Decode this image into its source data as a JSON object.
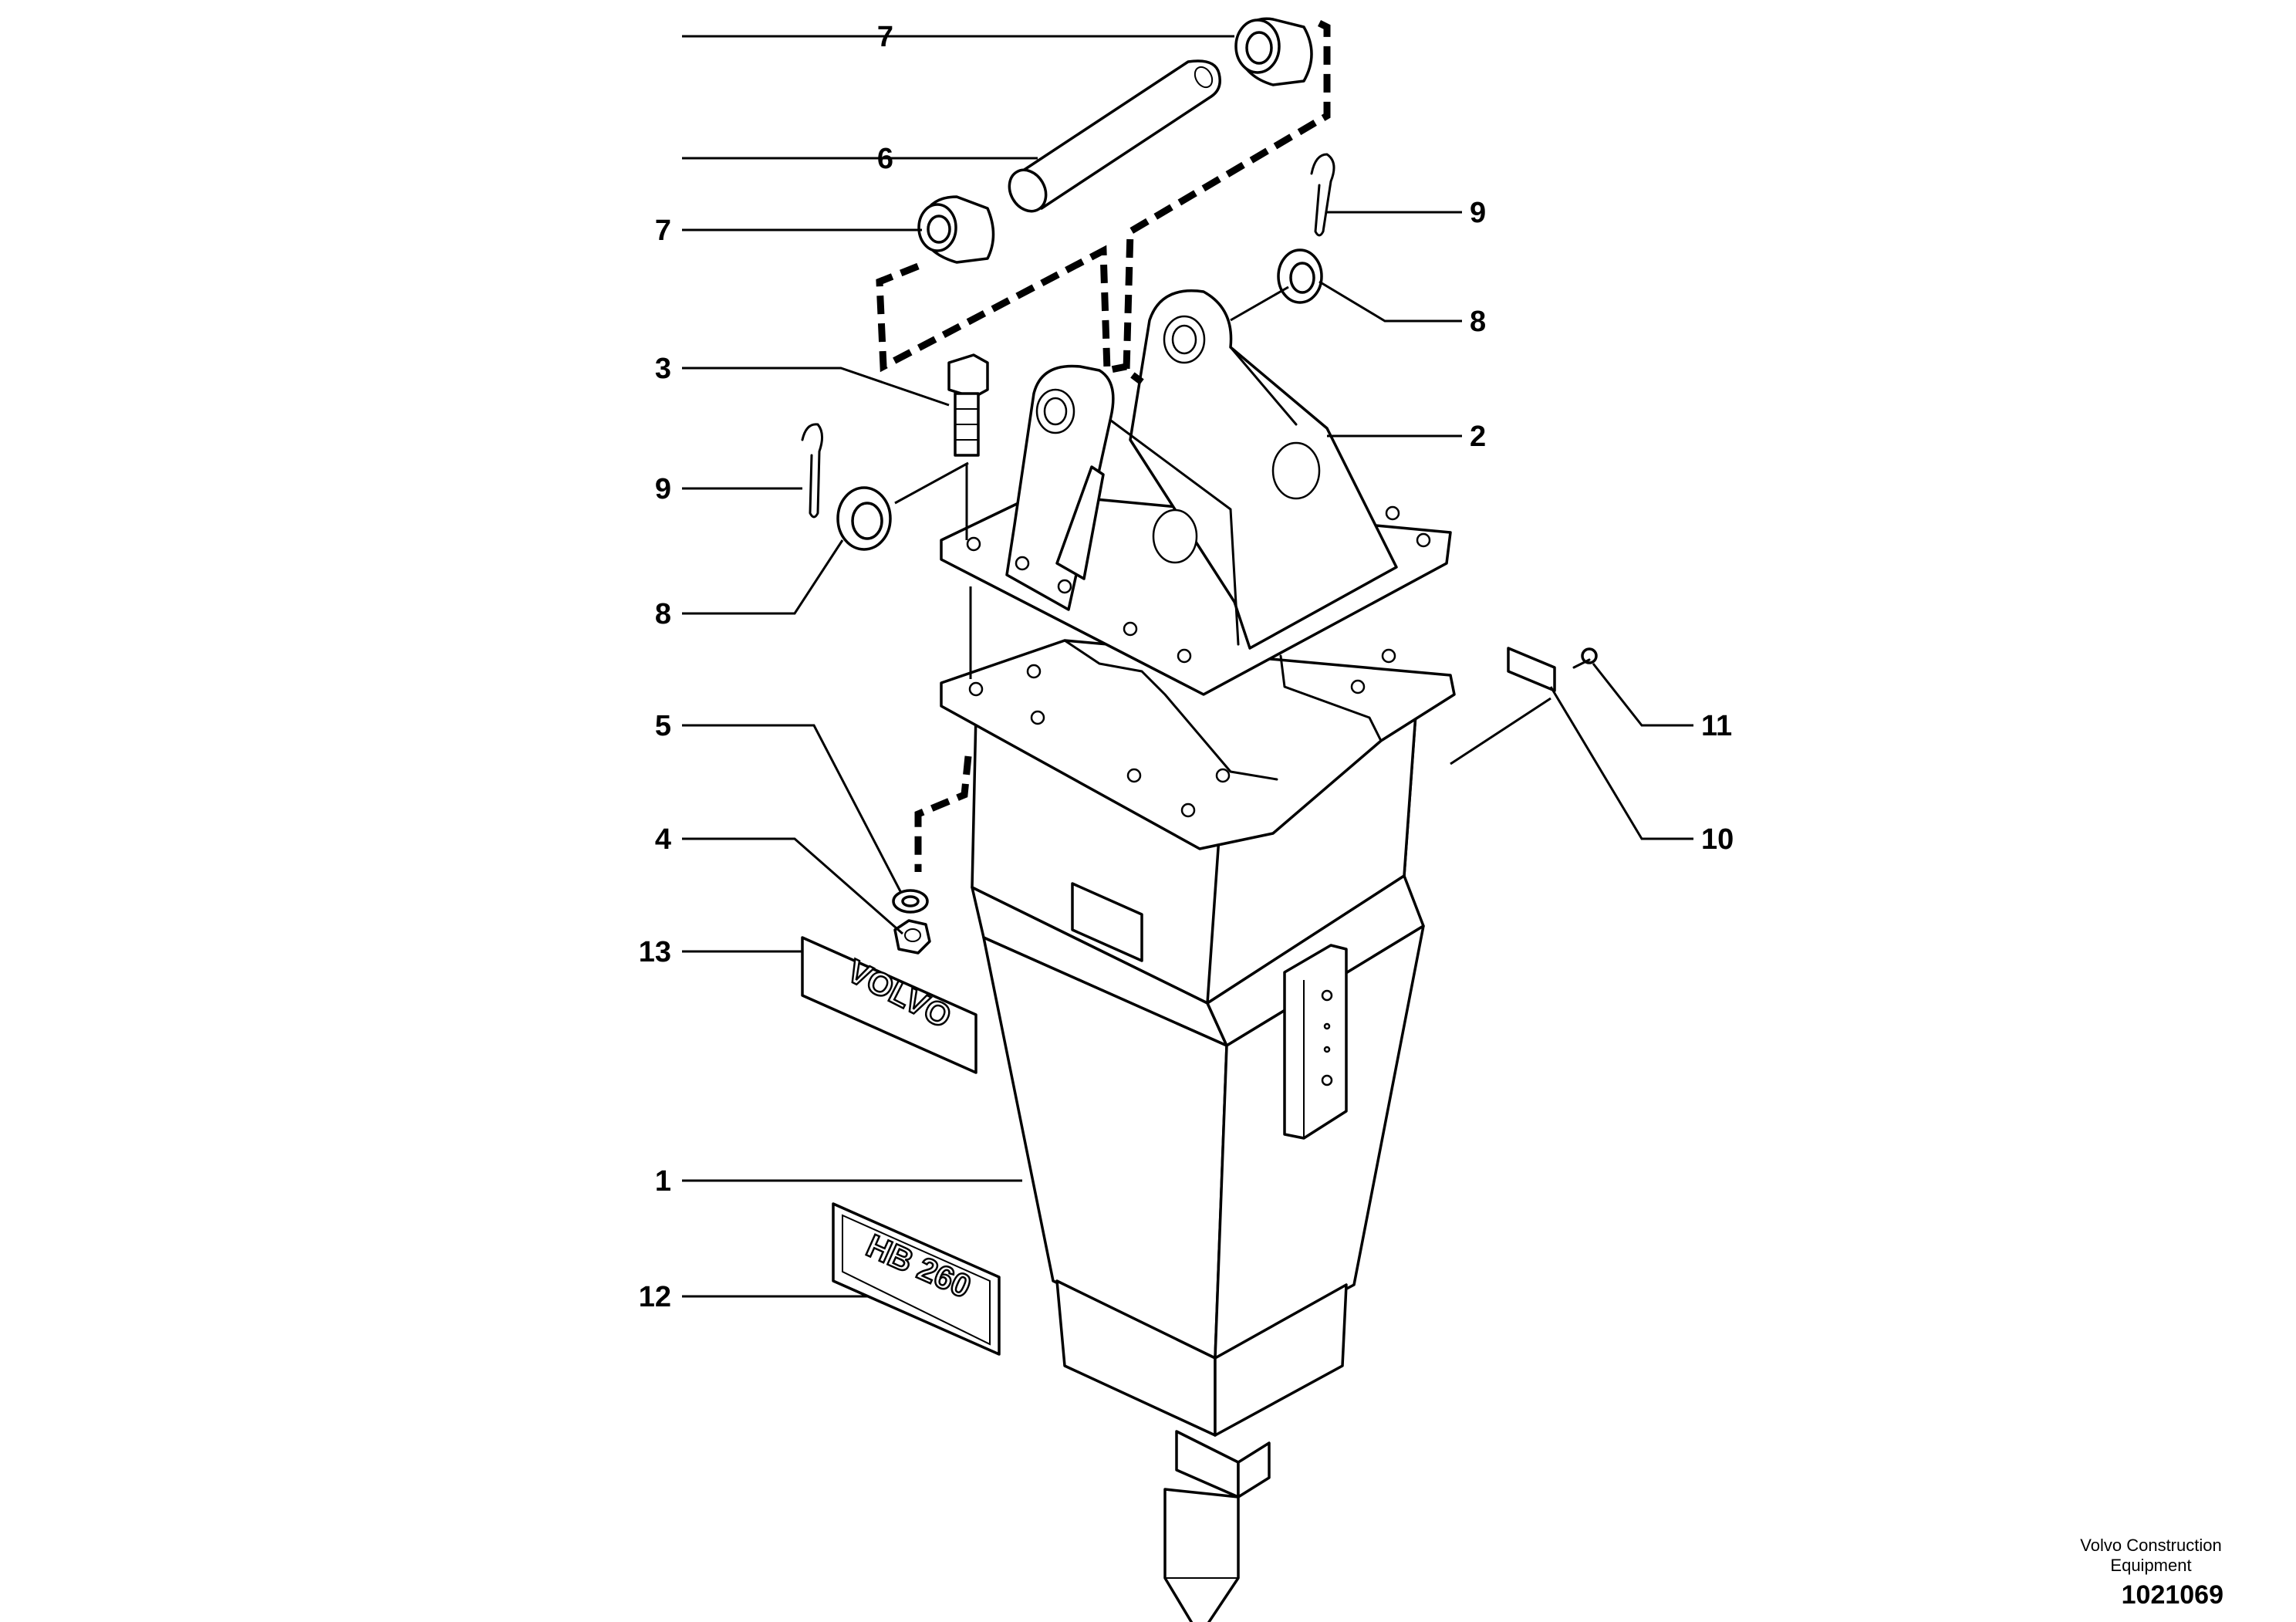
{
  "callouts": [
    {
      "id": "c7a",
      "label": "7"
    },
    {
      "id": "c6",
      "label": "6"
    },
    {
      "id": "c7b",
      "label": "7"
    },
    {
      "id": "c9a",
      "label": "9"
    },
    {
      "id": "c8a",
      "label": "8"
    },
    {
      "id": "c3",
      "label": "3"
    },
    {
      "id": "c2",
      "label": "2"
    },
    {
      "id": "c9b",
      "label": "9"
    },
    {
      "id": "c8b",
      "label": "8"
    },
    {
      "id": "c5",
      "label": "5"
    },
    {
      "id": "c11",
      "label": "11"
    },
    {
      "id": "c4",
      "label": "4"
    },
    {
      "id": "c10",
      "label": "10"
    },
    {
      "id": "c13",
      "label": "13"
    },
    {
      "id": "c1",
      "label": "1"
    },
    {
      "id": "c12",
      "label": "12"
    }
  ],
  "decals": {
    "brand": "VOLVO",
    "model": "HB 260"
  },
  "credit": {
    "line1": "Volvo Construction",
    "line2": "Equipment"
  },
  "drawing_number": "1021069"
}
